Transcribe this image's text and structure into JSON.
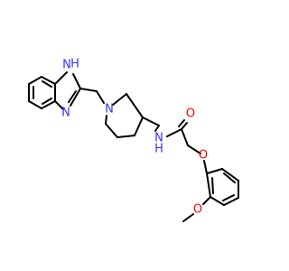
{
  "molecule": {
    "colors": {
      "bond": "#000000",
      "nitrogen": "#3333ff",
      "oxygen": "#ff0000"
    },
    "labels": {
      "nh_benzimidazole": "H",
      "nh_benzimidazole_n": "N",
      "n_benzimidazole": "N",
      "n_piperidine": "N",
      "n_amide": "N",
      "h_amide": "H",
      "o_carbonyl": "O",
      "o_ether": "O",
      "o_methoxy": "O"
    }
  }
}
